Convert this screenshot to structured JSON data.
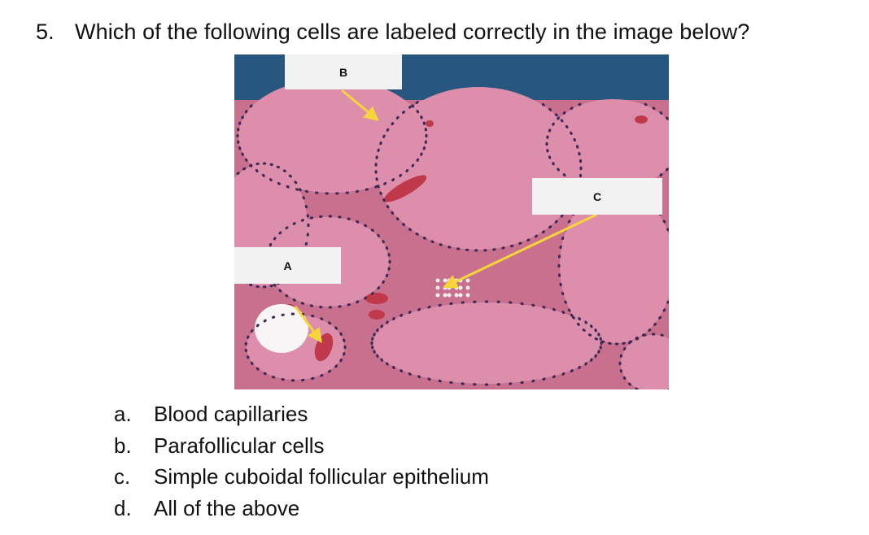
{
  "question": {
    "number": "5.",
    "text": "Which of the following cells are labeled correctly in the image below?"
  },
  "figure": {
    "labels": {
      "a": "A",
      "b": "B",
      "c": "C"
    },
    "colors": {
      "header_bar": "#27567f",
      "tissue_background": "#d67d9b",
      "colloid": "#dd8eaa",
      "septa": "#c9708e",
      "nuclei": "#3b2a55",
      "arrow": "#f5d53a",
      "label_box": "#f2f2f2"
    }
  },
  "options": [
    {
      "letter": "a.",
      "text": "Blood capillaries"
    },
    {
      "letter": "b.",
      "text": "Parafollicular cells"
    },
    {
      "letter": "c.",
      "text": "Simple cuboidal follicular epithelium"
    },
    {
      "letter": "d.",
      "text": "All of the above"
    }
  ]
}
